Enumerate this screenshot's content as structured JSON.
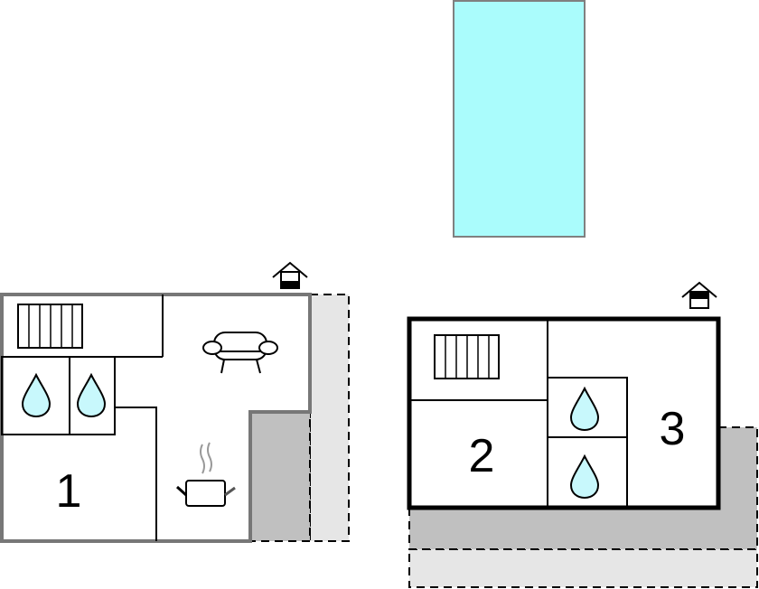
{
  "floorplan": {
    "rooms": [
      {
        "label": "1"
      },
      {
        "label": "2"
      },
      {
        "label": "3"
      }
    ],
    "colors": {
      "pool": "#aafcfc",
      "water_drop": "#c8f8fc",
      "terrace_dark": "#c0c0c0",
      "terrace_light": "#e6e6e6",
      "wall_left": "#777777",
      "wall_right": "#000000"
    }
  }
}
